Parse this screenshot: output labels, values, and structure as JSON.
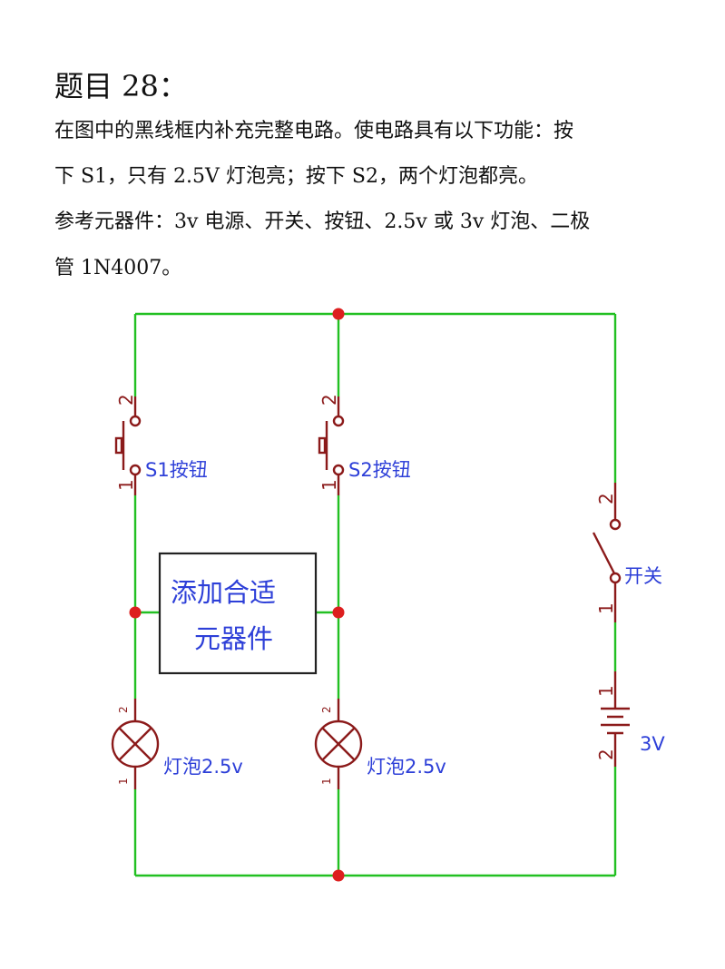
{
  "question": {
    "title": "题目 28：",
    "lines": [
      "在图中的黑线框内补充完整电路。使电路具有以下功能：按",
      "下 S1，只有 2.5V 灯泡亮；按下 S2，两个灯泡都亮。",
      "参考元器件：3v 电源、开关、按钮、2.5v 或 3v 灯泡、二极",
      "管 1N4007。"
    ]
  },
  "circuit": {
    "s1_label": "S1按钮",
    "s2_label": "S2按钮",
    "switch_label": "开关",
    "battery_label": "3V",
    "lamp1_label": "灯泡2.5v",
    "lamp2_label": "灯泡2.5v",
    "box_line1": "添加合适",
    "box_line2": "元器件",
    "pin_1": "1",
    "pin_2": "2",
    "wire_color": "#22c022",
    "component_color": "#8b1a1a",
    "label_color": "#2d3fd8",
    "junction_color": "#dd1f1f"
  }
}
